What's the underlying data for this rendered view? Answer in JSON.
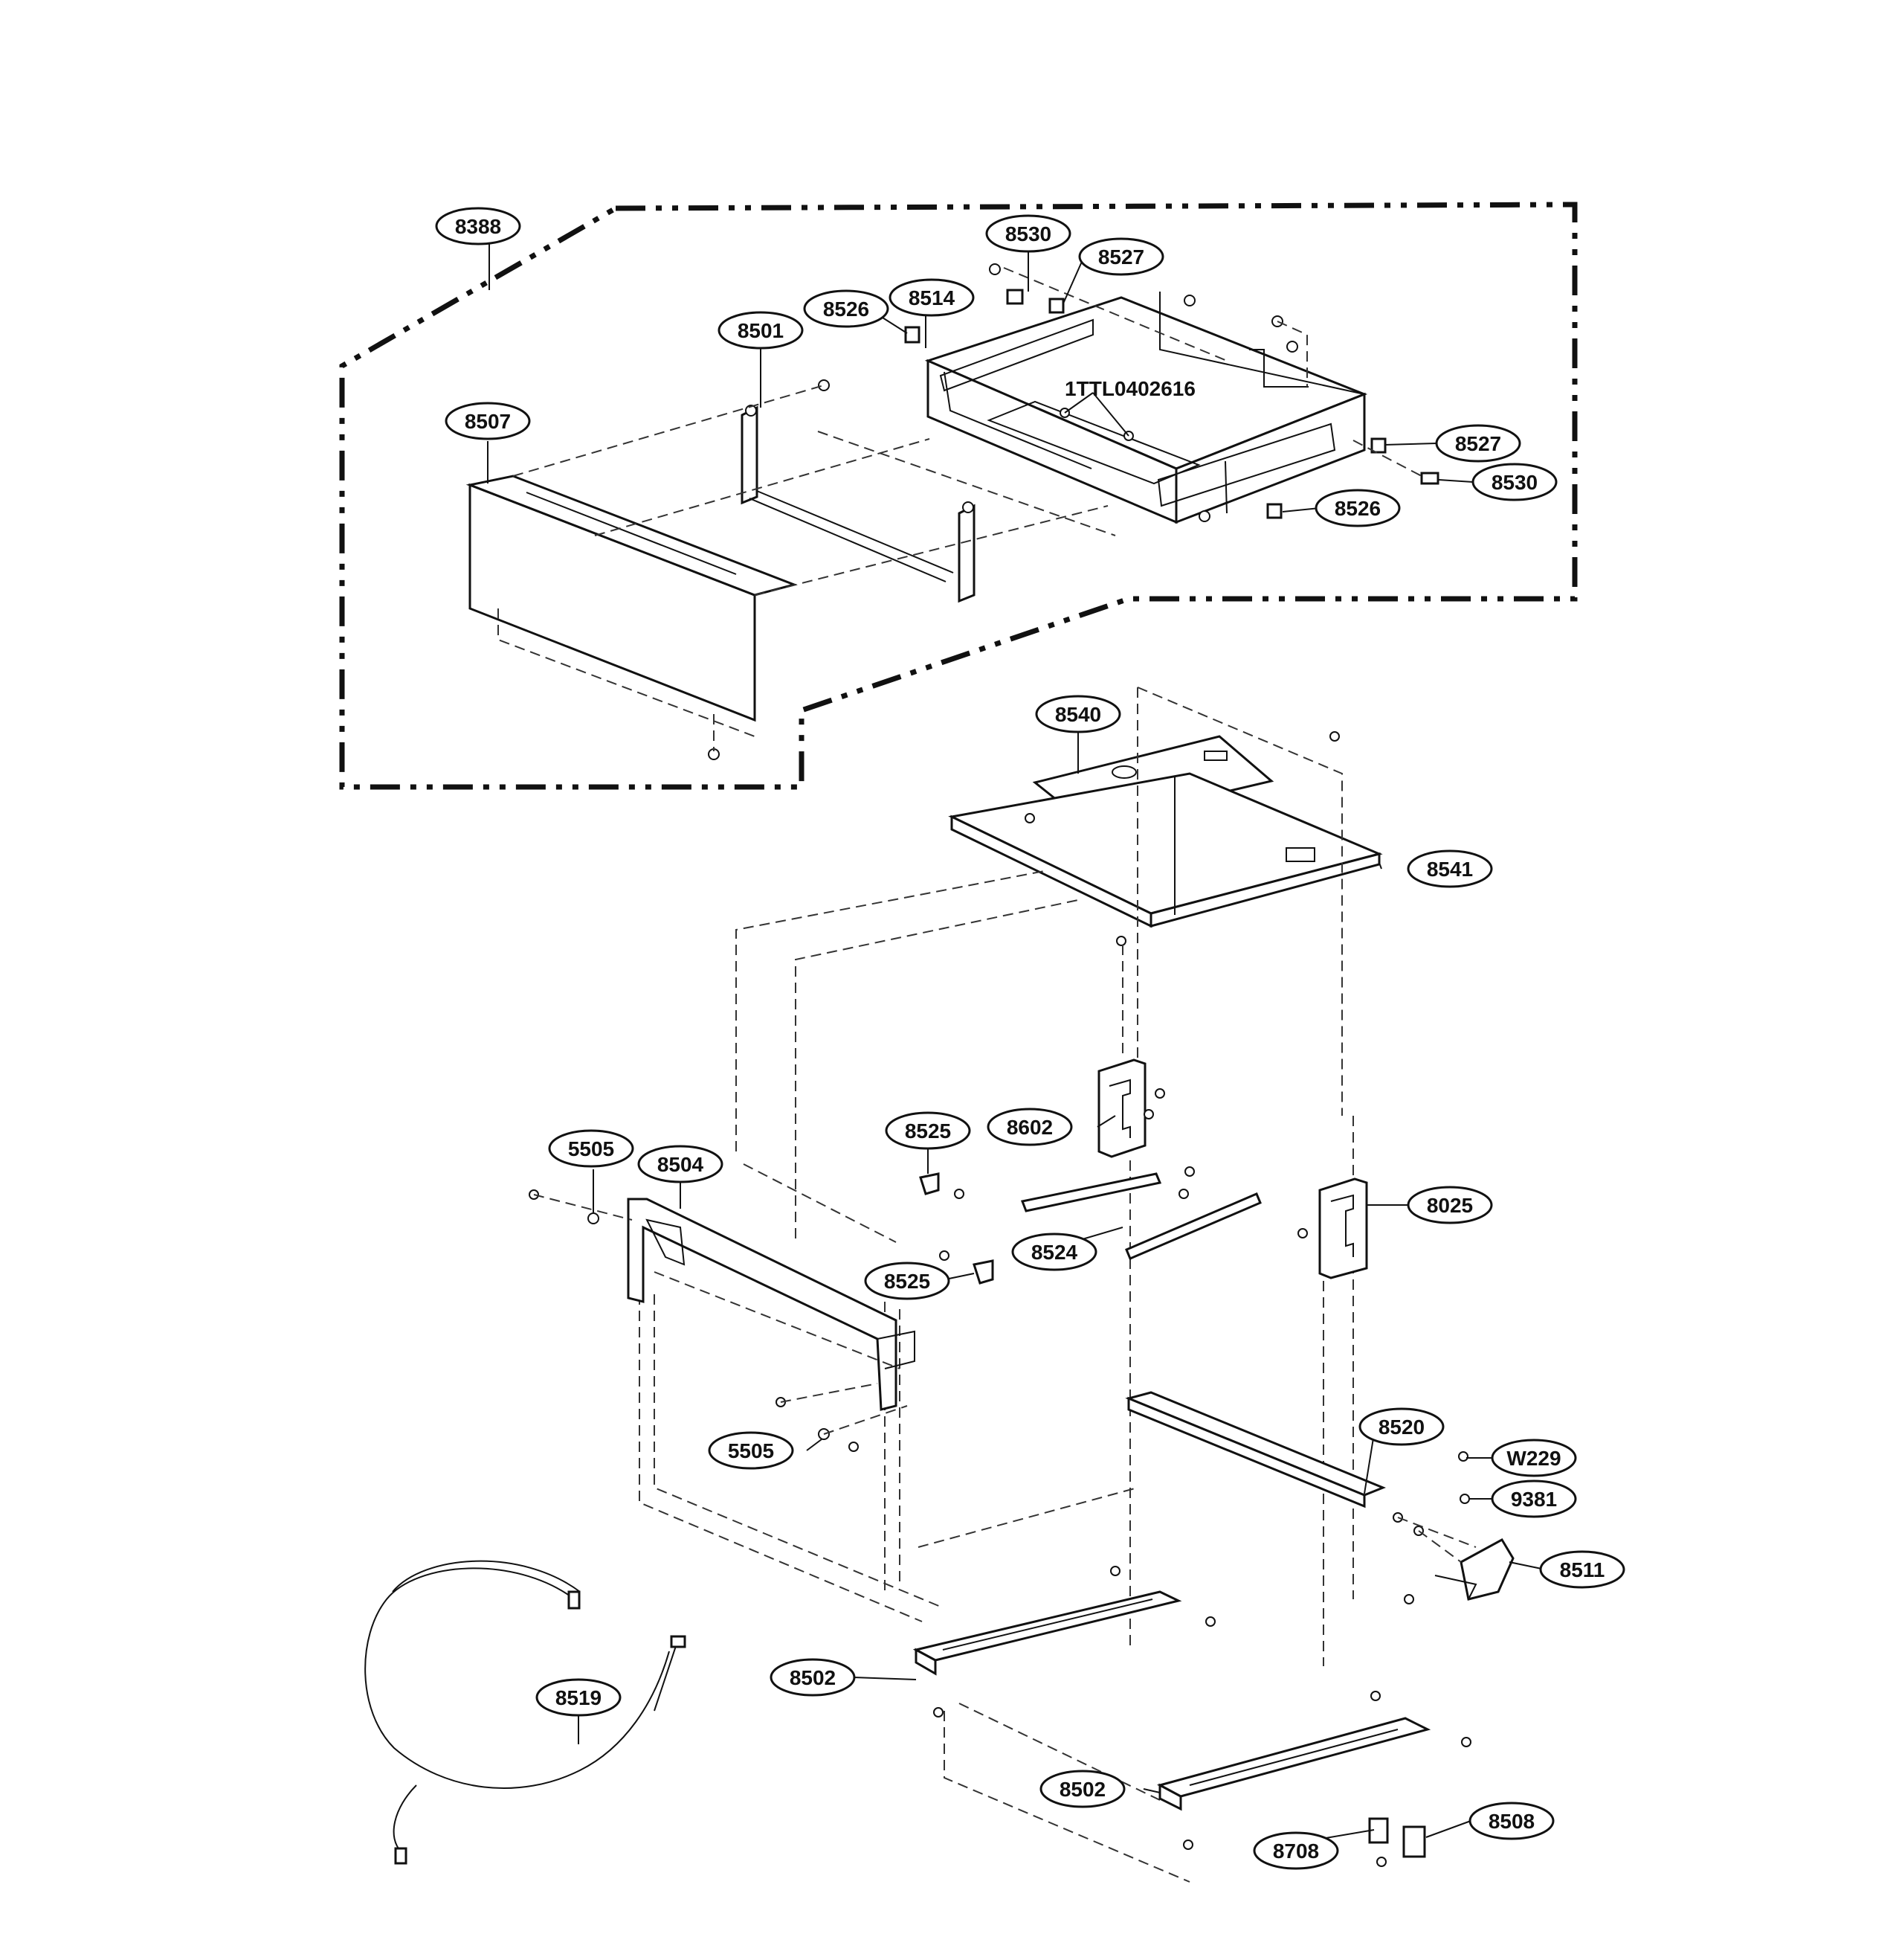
{
  "diagram": {
    "type": "exploded-parts-diagram",
    "callouts": [
      {
        "id": "c-8388",
        "label": "8388"
      },
      {
        "id": "c-8530-top",
        "label": "8530"
      },
      {
        "id": "c-8527-top",
        "label": "8527"
      },
      {
        "id": "c-8526-top",
        "label": "8526"
      },
      {
        "id": "c-8514",
        "label": "8514"
      },
      {
        "id": "c-8501",
        "label": "8501"
      },
      {
        "id": "c-8507",
        "label": "8507"
      },
      {
        "id": "c-8527-right",
        "label": "8527"
      },
      {
        "id": "c-8530-right",
        "label": "8530"
      },
      {
        "id": "c-8526-right",
        "label": "8526"
      },
      {
        "id": "c-8540",
        "label": "8540"
      },
      {
        "id": "c-8541",
        "label": "8541"
      },
      {
        "id": "c-8602",
        "label": "8602"
      },
      {
        "id": "c-8525-top",
        "label": "8525"
      },
      {
        "id": "c-5505-top",
        "label": "5505"
      },
      {
        "id": "c-8504",
        "label": "8504"
      },
      {
        "id": "c-8025",
        "label": "8025"
      },
      {
        "id": "c-8524",
        "label": "8524"
      },
      {
        "id": "c-8525-bottom",
        "label": "8525"
      },
      {
        "id": "c-5505-bottom",
        "label": "5505"
      },
      {
        "id": "c-8520",
        "label": "8520"
      },
      {
        "id": "c-W229",
        "label": "W229"
      },
      {
        "id": "c-9381",
        "label": "9381"
      },
      {
        "id": "c-8511",
        "label": "8511"
      },
      {
        "id": "c-8519",
        "label": "8519"
      },
      {
        "id": "c-8502-top",
        "label": "8502"
      },
      {
        "id": "c-8502-bottom",
        "label": "8502"
      },
      {
        "id": "c-8508",
        "label": "8508"
      },
      {
        "id": "c-8708",
        "label": "8708"
      }
    ],
    "free_labels": [
      {
        "id": "screw-kit",
        "label": "1TTL0402616"
      }
    ]
  }
}
